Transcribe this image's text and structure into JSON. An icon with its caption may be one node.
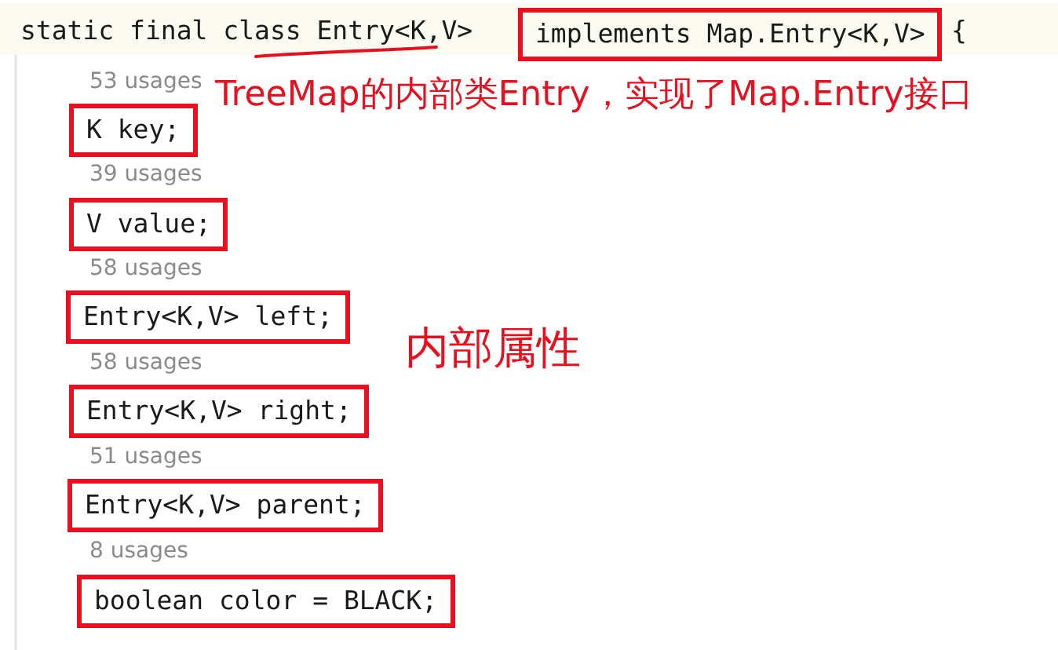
{
  "diagram": {
    "nodes": [
      {
        "text": [
          "implements Map.Entry<K,V>"
        ]
      },
      {
        "text": [
          "K key;"
        ]
      },
      {
        "text": [
          "V value;"
        ]
      },
      {
        "text": [
          "Entry<K,V> left;"
        ]
      },
      {
        "text": [
          "Entry<K,V> right;"
        ]
      },
      {
        "text": [
          "Entry<K,V> parent;"
        ]
      },
      {
        "text": [
          "boolean color = BLACK;"
        ]
      }
    ],
    "edges": [],
    "labels": [
      "static final class Entry<K,V>",
      "{",
      "53 usages",
      "TreeMap的内部类Entry，实现了Map.Entry接口",
      "39 usages",
      "58 usages",
      "内部属性",
      "58 usages",
      "51 usages",
      "8 usages"
    ]
  }
}
